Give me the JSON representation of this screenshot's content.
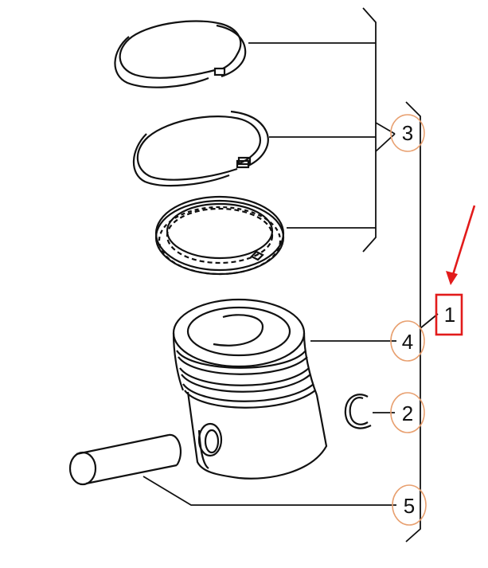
{
  "callouts": {
    "c1": "1",
    "c2": "2",
    "c3": "3",
    "c4": "4",
    "c5": "5"
  },
  "colors": {
    "line": "#111111",
    "callout_circle": "#e8a070",
    "highlight": "#e21b1b"
  }
}
